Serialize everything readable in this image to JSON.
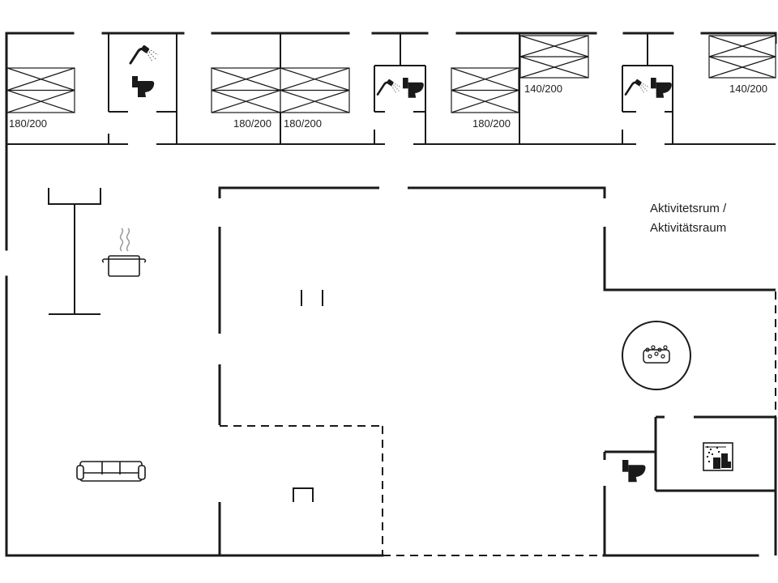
{
  "floorplan": {
    "beds": [
      {
        "size_label": "180/200"
      },
      {
        "size_label": "180/200"
      },
      {
        "size_label": "180/200"
      },
      {
        "size_label": "180/200"
      },
      {
        "size_label": "140/200"
      },
      {
        "size_label": "140/200"
      }
    ],
    "rooms": {
      "activity_room_line1": "Aktivitetsrum /",
      "activity_room_line2": "Aktivitätsraum"
    },
    "icons": [
      "shower-icon",
      "toilet-icon",
      "cooking-pot-icon",
      "sofa-icon",
      "whirlpool-icon",
      "sauna-icon"
    ],
    "colors": {
      "wall": "#1a1a1a",
      "background": "#ffffff"
    }
  }
}
